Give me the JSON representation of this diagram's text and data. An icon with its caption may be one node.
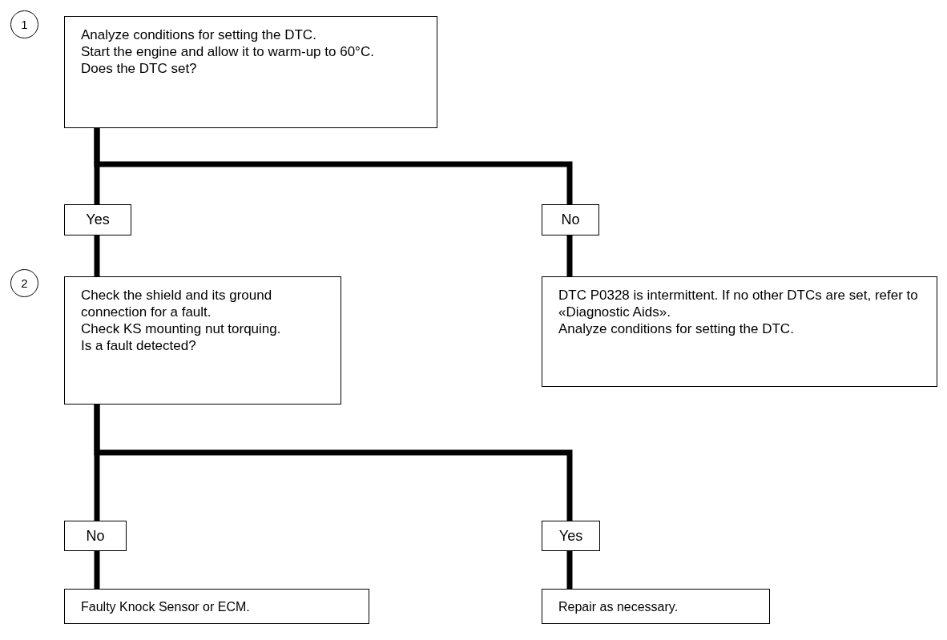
{
  "diagram": {
    "nodes": [
      {
        "text": [
          "1"
        ]
      },
      {
        "text": [
          "Analyze conditions for setting the DTC.",
          "Start the engine and allow it to warm-up to 60°C.",
          "Does the DTC set?"
        ]
      },
      {
        "text": [
          "Yes"
        ]
      },
      {
        "text": [
          "No"
        ]
      },
      {
        "text": [
          "2"
        ]
      },
      {
        "text": [
          "Check the shield and its ground connection for a fault.",
          "Check KS mounting nut torquing.",
          "Is a fault detected?"
        ]
      },
      {
        "text": [
          "DTC P0328 is intermittent. If no other DTCs are set, refer to «Diagnostic Aids».",
          "Analyze conditions for setting the DTC."
        ]
      },
      {
        "text": [
          "No"
        ]
      },
      {
        "text": [
          "Yes"
        ]
      },
      {
        "text": [
          "Faulty Knock Sensor or ECM."
        ]
      },
      {
        "text": [
          "Repair as necessary."
        ]
      }
    ],
    "edges": [
      {
        "from": 1,
        "to": 2,
        "arrow": "none"
      },
      {
        "from": 1,
        "to": 3,
        "arrow": "none"
      },
      {
        "from": 2,
        "to": 5,
        "arrow": "none"
      },
      {
        "from": 3,
        "to": 6,
        "arrow": "none"
      },
      {
        "from": 5,
        "to": 7,
        "arrow": "none"
      },
      {
        "from": 5,
        "to": 8,
        "arrow": "none"
      },
      {
        "from": 7,
        "to": 9,
        "arrow": "none"
      },
      {
        "from": 8,
        "to": 10,
        "arrow": "none"
      }
    ]
  }
}
